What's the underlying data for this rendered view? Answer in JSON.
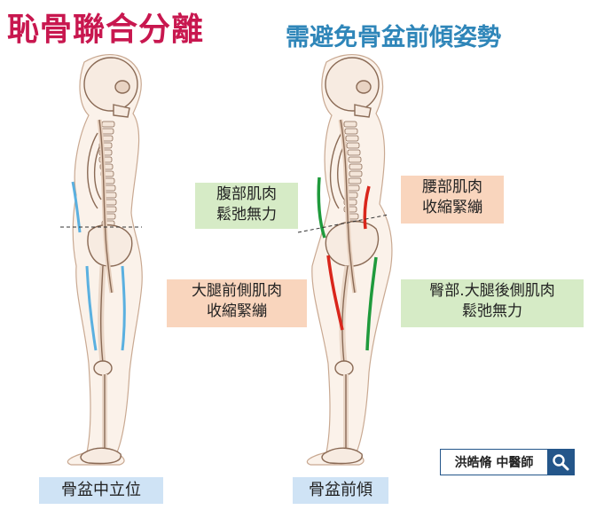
{
  "header": {
    "title": "恥骨聯合分離",
    "subtitle": "需避免骨盆前傾姿勢"
  },
  "annotations": {
    "abdominal": {
      "line1": "腹部肌肉",
      "line2": "鬆弛無力",
      "color": "#d6ebc6"
    },
    "lumbar": {
      "line1": "腰部肌肉",
      "line2": "收縮緊繃",
      "color": "#f9d5bd"
    },
    "thigh_front": {
      "line1": "大腿前側肌肉",
      "line2": "收縮緊繃",
      "color": "#f9d5bd"
    },
    "glute_hamstring": {
      "line1": "臀部.大腿後側肌肉",
      "line2": "鬆弛無力",
      "color": "#d6ebc6"
    }
  },
  "figures": {
    "left_label": "骨盆中立位",
    "right_label": "骨盆前傾"
  },
  "credit": {
    "text": "洪皓脩 中醫師",
    "icon": "search-icon"
  },
  "colors": {
    "title": "#c8174f",
    "subtitle": "#2f86b9",
    "neutral_muscle": "#5ab0e0",
    "tight_muscle": "#d9261c",
    "weak_muscle": "#1f9a3c"
  }
}
